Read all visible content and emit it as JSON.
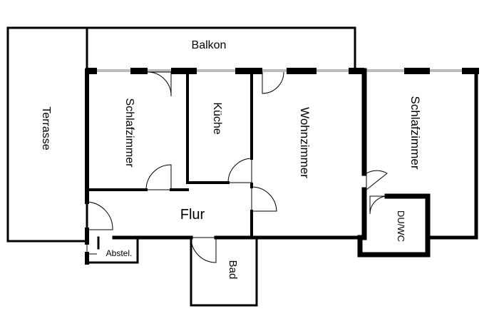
{
  "rooms": {
    "balkon": "Balkon",
    "terrasse": "Terrasse",
    "schlafzimmer_1": "Schlafzimmer",
    "kueche": "Küche",
    "wohnzimmer": "Wohnzimmer",
    "schlafzimmer_2": "Schlafzimmer",
    "flur": "Flur",
    "bad": "Bad",
    "abstell": "Abstel.",
    "du_wc": "DU/WC"
  },
  "colors": {
    "wall": "#000000",
    "window": "#bbbbbb",
    "background": "#ffffff"
  }
}
